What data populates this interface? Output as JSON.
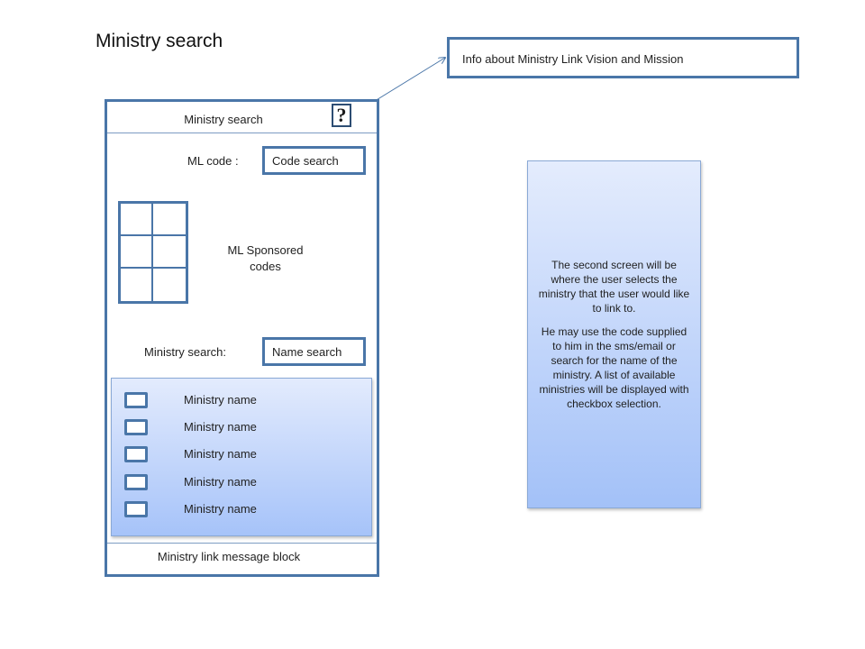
{
  "page": {
    "title": "Ministry search"
  },
  "info_box": {
    "text": "Info about Ministry Link Vision and Mission"
  },
  "phone": {
    "header_title": "Ministry search",
    "help_icon": "question-mark-icon",
    "help_glyph": "?",
    "code_label": "ML code :",
    "code_input": "Code search",
    "sponsored_label_line1": "ML Sponsored",
    "sponsored_label_line2": "codes",
    "name_label": "Ministry search:",
    "name_input": "Name search",
    "ministry_list": [
      {
        "label": "Ministry name"
      },
      {
        "label": "Ministry name"
      },
      {
        "label": "Ministry name"
      },
      {
        "label": "Ministry name"
      },
      {
        "label": "Ministry name"
      }
    ],
    "message_block": "Ministry link message block"
  },
  "note": {
    "paragraph1": "The second screen will be where the user selects the ministry that the user would like to link to.",
    "paragraph2": "He may use the code supplied to him in the sms/email or search for the name of the ministry. A list of available ministries will be displayed with checkbox selection."
  },
  "colors": {
    "frame_border": "#4a76a8",
    "panel_gradient_top": "#e3ebfd",
    "panel_gradient_bottom": "#a6c3f9"
  }
}
